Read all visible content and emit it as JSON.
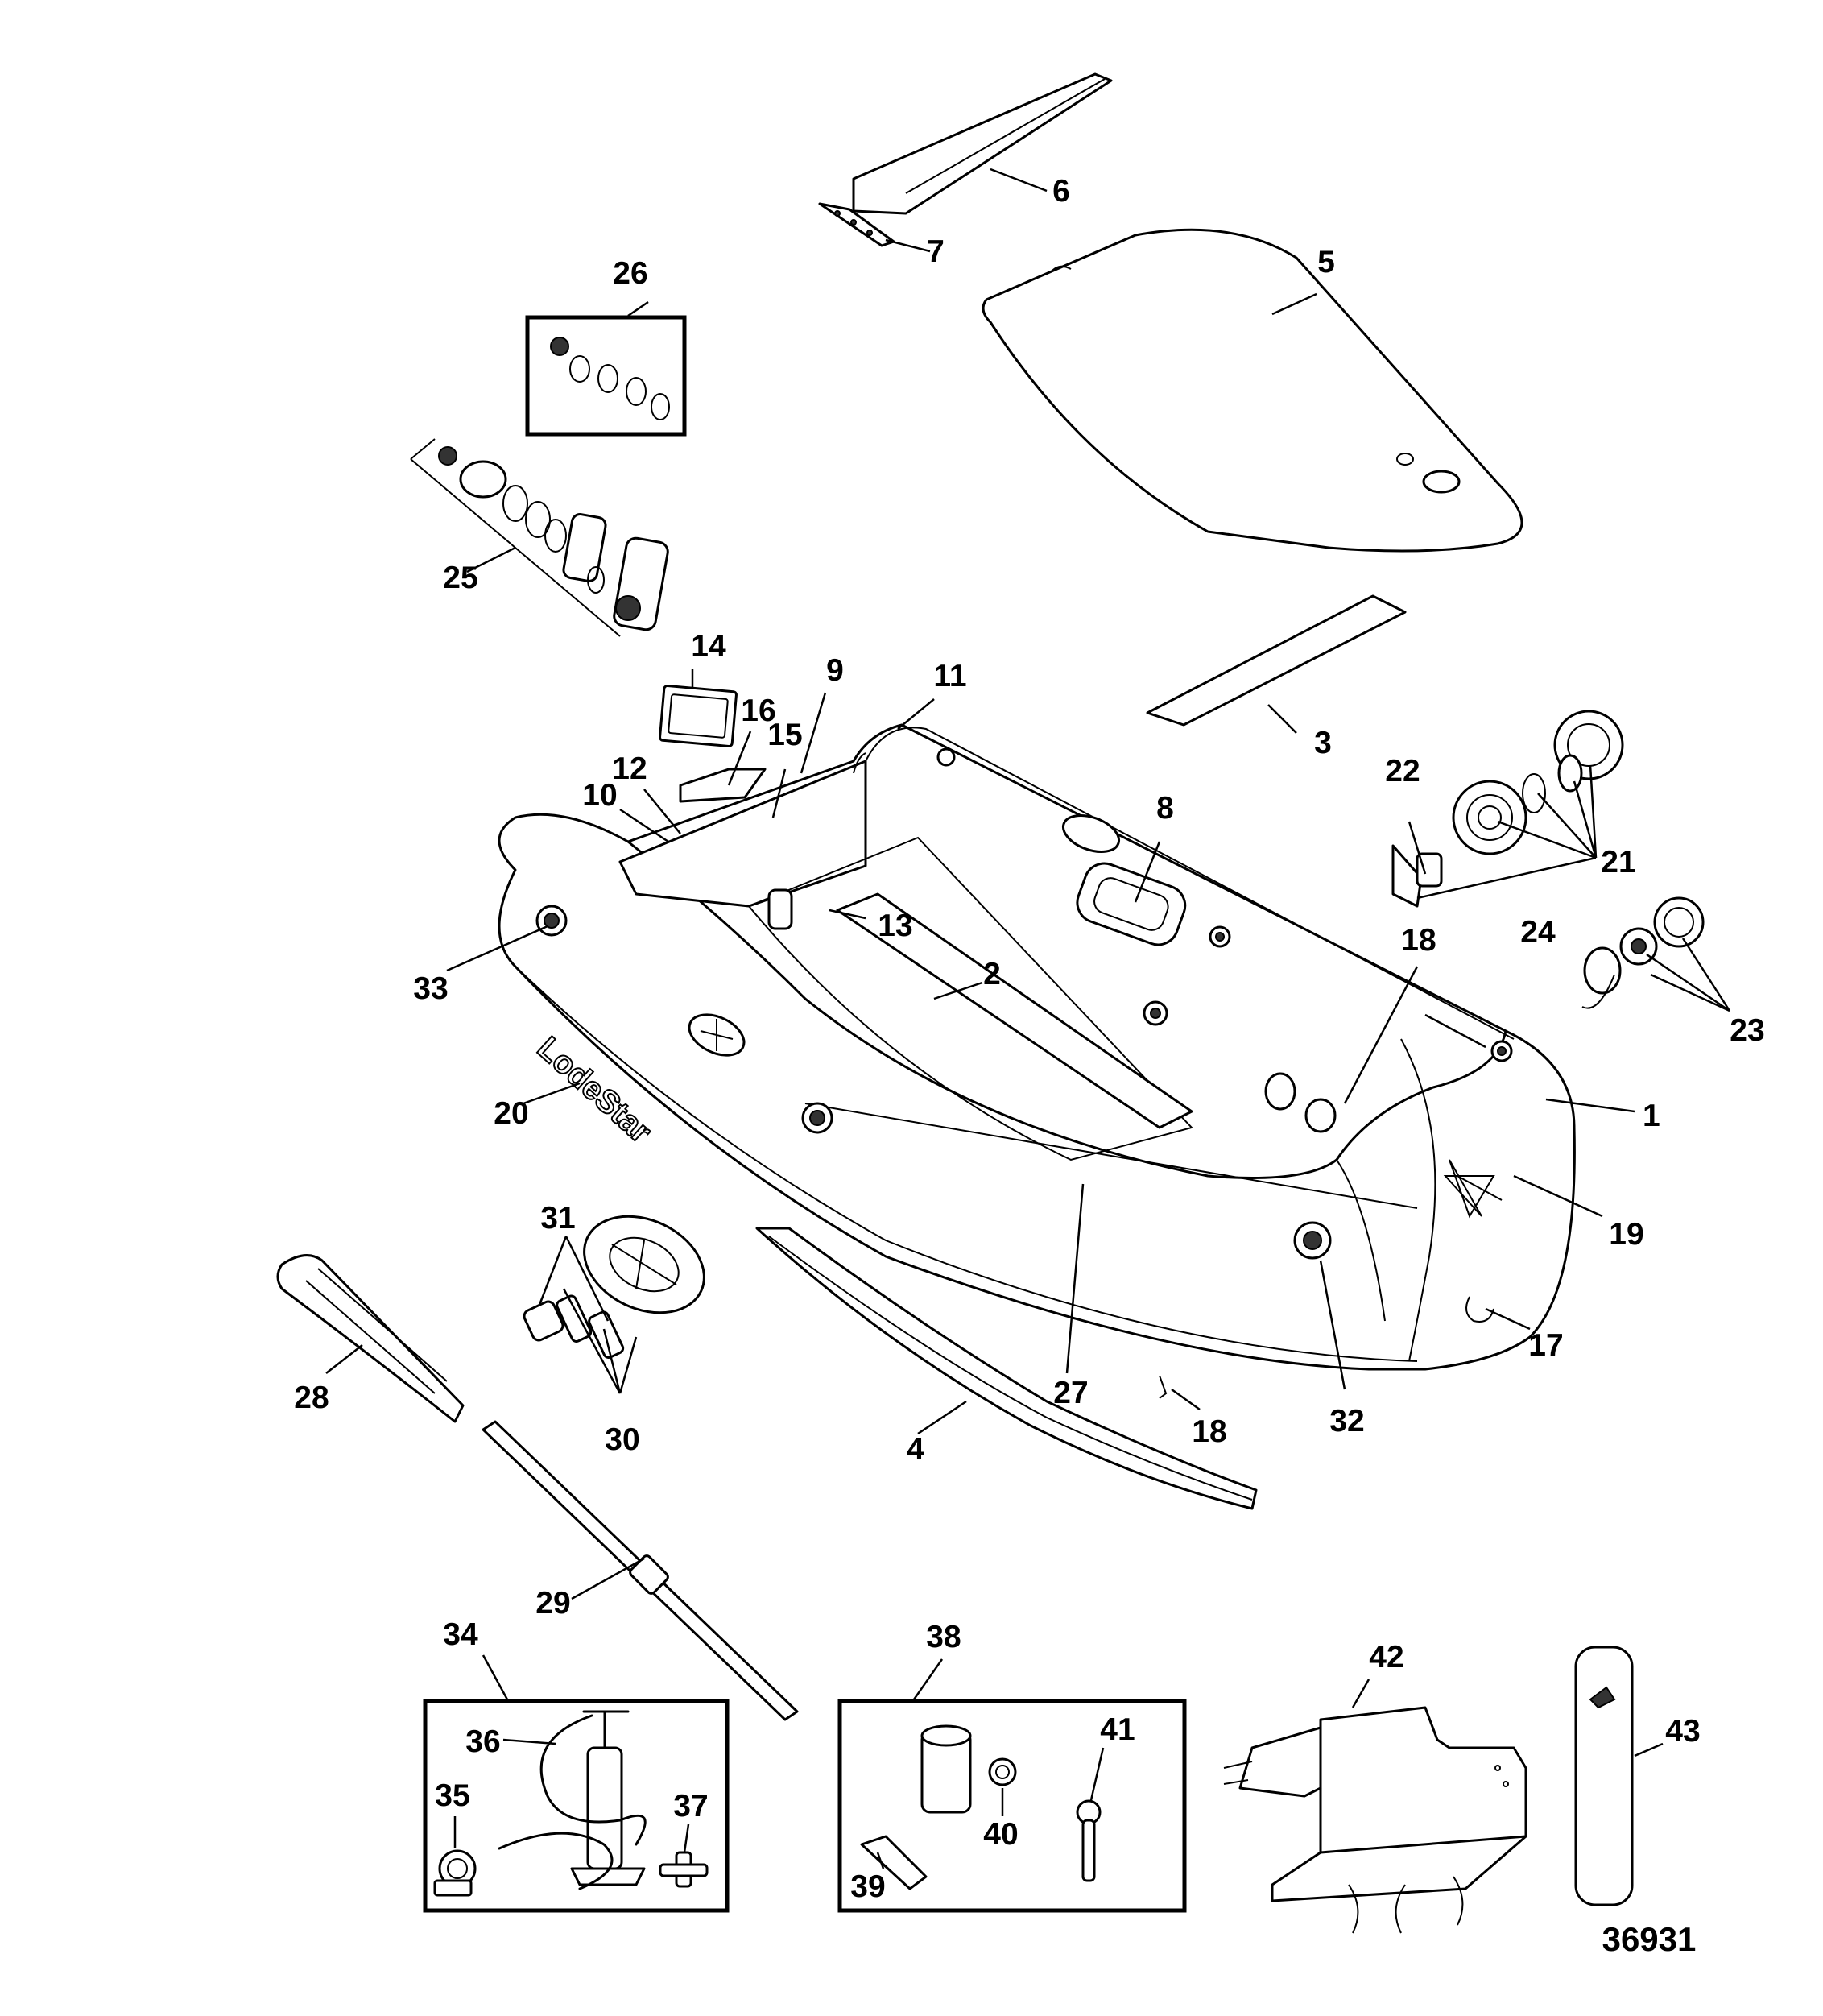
{
  "figure_id": "36931",
  "brand_decal": "LodeStar",
  "callouts": [
    {
      "id": "c1",
      "label": "1"
    },
    {
      "id": "c2",
      "label": "2"
    },
    {
      "id": "c3",
      "label": "3"
    },
    {
      "id": "c4",
      "label": "4"
    },
    {
      "id": "c5",
      "label": "5"
    },
    {
      "id": "c6",
      "label": "6"
    },
    {
      "id": "c7",
      "label": "7"
    },
    {
      "id": "c8",
      "label": "8"
    },
    {
      "id": "c9",
      "label": "9"
    },
    {
      "id": "c10",
      "label": "10"
    },
    {
      "id": "c11",
      "label": "11"
    },
    {
      "id": "c12",
      "label": "12"
    },
    {
      "id": "c13",
      "label": "13"
    },
    {
      "id": "c14",
      "label": "14"
    },
    {
      "id": "c15",
      "label": "15"
    },
    {
      "id": "c16",
      "label": "16"
    },
    {
      "id": "c17",
      "label": "17"
    },
    {
      "id": "c18a",
      "label": "18"
    },
    {
      "id": "c18b",
      "label": "18"
    },
    {
      "id": "c19",
      "label": "19"
    },
    {
      "id": "c20",
      "label": "20"
    },
    {
      "id": "c21",
      "label": "21"
    },
    {
      "id": "c22",
      "label": "22"
    },
    {
      "id": "c23",
      "label": "23"
    },
    {
      "id": "c24",
      "label": "24"
    },
    {
      "id": "c25",
      "label": "25"
    },
    {
      "id": "c26",
      "label": "26"
    },
    {
      "id": "c27",
      "label": "27"
    },
    {
      "id": "c28",
      "label": "28"
    },
    {
      "id": "c29",
      "label": "29"
    },
    {
      "id": "c30",
      "label": "30"
    },
    {
      "id": "c31",
      "label": "31"
    },
    {
      "id": "c32",
      "label": "32"
    },
    {
      "id": "c33",
      "label": "33"
    },
    {
      "id": "c34",
      "label": "34"
    },
    {
      "id": "c35",
      "label": "35"
    },
    {
      "id": "c36",
      "label": "36"
    },
    {
      "id": "c37",
      "label": "37"
    },
    {
      "id": "c38",
      "label": "38"
    },
    {
      "id": "c39",
      "label": "39"
    },
    {
      "id": "c40",
      "label": "40"
    },
    {
      "id": "c41",
      "label": "41"
    },
    {
      "id": "c42",
      "label": "42"
    },
    {
      "id": "c43",
      "label": "43"
    }
  ]
}
